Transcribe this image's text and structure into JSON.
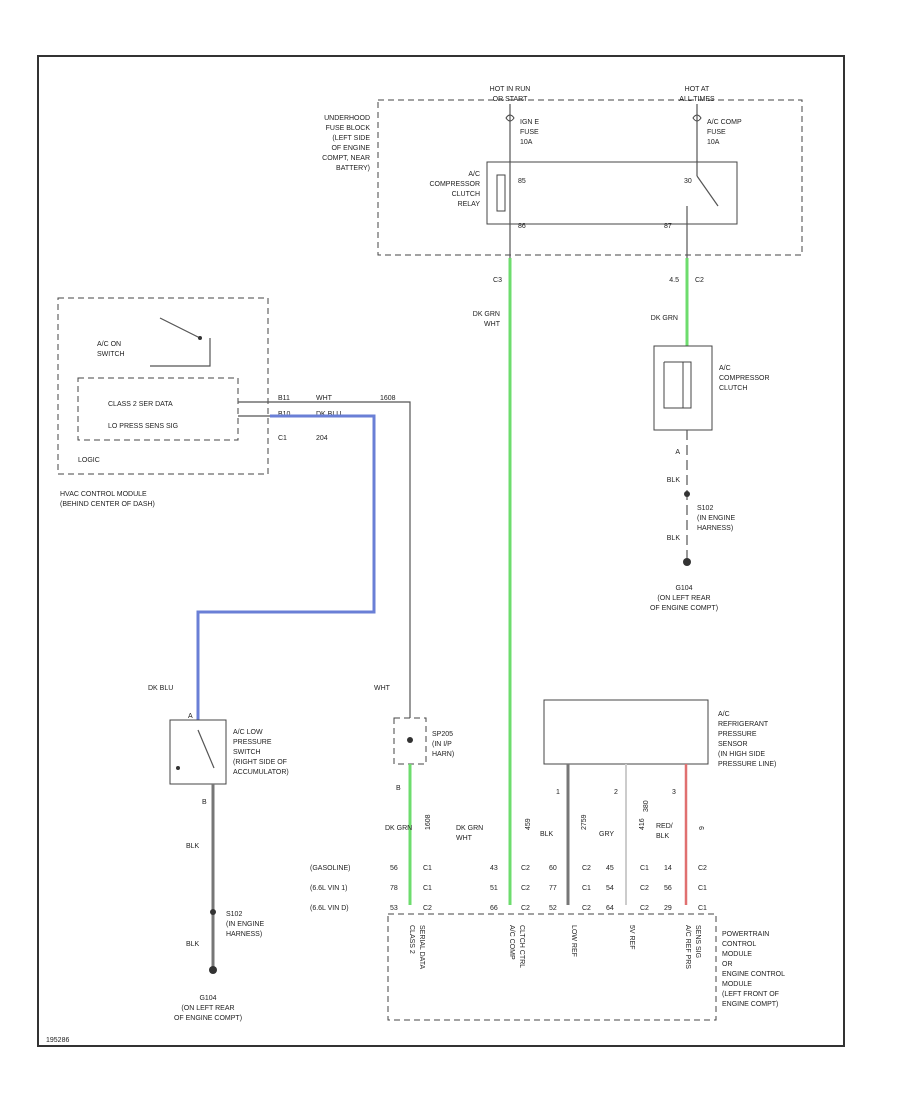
{
  "diagram_id": "195286",
  "colors": {
    "green": "#6ddc6d",
    "blue": "#6a7fd6",
    "red": "#e07070",
    "wire": "#555555",
    "frame": "#333333"
  },
  "power": {
    "hot_run": [
      "HOT IN RUN",
      "OR START"
    ],
    "hot_all": [
      "HOT AT",
      "ALL TIMES"
    ],
    "fuse_left": [
      "IGN E",
      "FUSE",
      "10A"
    ],
    "fuse_right": [
      "A/C COMP",
      "FUSE",
      "10A"
    ]
  },
  "fuse_block_label": [
    "UNDERHOOD",
    "FUSE BLOCK",
    "(LEFT SIDE",
    "OF ENGINE",
    "COMPT, NEAR",
    "BATTERY)"
  ],
  "relay": {
    "label": [
      "A/C",
      "COMPRESSOR",
      "CLUTCH",
      "RELAY"
    ],
    "pin_tl": "85",
    "pin_tr": "30",
    "pin_bl": "86",
    "pin_br": "87",
    "conn_left": "C3",
    "conn_right": "C2",
    "pin_c2": "4.5"
  },
  "wires": {
    "dk_grn_wht": [
      "DK GRN",
      "WHT"
    ],
    "dk_grn": "DK GRN",
    "blk": "BLK",
    "dk_blu": "DK BLU",
    "wht": "WHT"
  },
  "hvac": {
    "switch_label": [
      "A/C ON",
      "SWITCH"
    ],
    "class2_box": "CLASS 2 SER DATA",
    "lo_press": "LO PRESS SENS SIG",
    "logic": "LOGIC",
    "module_label": [
      "HVAC CONTROL MODULE",
      "(BEHIND CENTER OF DASH)"
    ],
    "pins": [
      "B11",
      "B10",
      "C1"
    ],
    "circuits": [
      "WHT",
      "DK BLU",
      "204",
      "1608"
    ]
  },
  "clutch": {
    "label": [
      "A/C",
      "COMPRESSOR",
      "CLUTCH"
    ],
    "pin": "A",
    "splice": [
      "S102",
      "(IN ENGINE",
      "HARNESS)"
    ],
    "ground": [
      "G104",
      "(ON LEFT REAR",
      "OF ENGINE COMPT)"
    ]
  },
  "low_switch": {
    "label": [
      "A/C LOW",
      "PRESSURE",
      "SWITCH",
      "(RIGHT SIDE OF",
      "ACCUMULATOR)"
    ],
    "pin_top": "A",
    "pin_bottom": "B",
    "splice": [
      "S102",
      "(IN ENGINE",
      "HARNESS)"
    ],
    "ground": [
      "G104",
      "(ON LEFT REAR",
      "OF ENGINE COMPT)"
    ]
  },
  "splice_sp205": [
    "SP205",
    "(IN I/P",
    "HARN)"
  ],
  "sensor": {
    "label": [
      "A/C",
      "REFRIGERANT",
      "PRESSURE",
      "SENSOR",
      "(IN HIGH SIDE",
      "PRESSURE LINE)"
    ],
    "pins": [
      "1",
      "2",
      "3"
    ],
    "wire_labels": [
      "BLK",
      "GRY",
      "RED/",
      "BLK"
    ]
  },
  "pcm": {
    "label": [
      "POWERTRAIN",
      "CONTROL",
      "MODULE",
      "OR",
      "ENGINE CONTROL",
      "MODULE",
      "(LEFT FRONT OF",
      "ENGINE COMPT)"
    ],
    "rows": [
      {
        "name": "(GASOLINE)",
        "cells": [
          "56",
          "C1",
          "43",
          "C2",
          "60",
          "C2",
          "45",
          "C1",
          "14",
          "C2"
        ]
      },
      {
        "name": "(6.6L VIN 1)",
        "cells": [
          "78",
          "C1",
          "51",
          "C2",
          "77",
          "C1",
          "54",
          "C2",
          "56",
          "C1"
        ]
      },
      {
        "name": "(6.6L VIN D)",
        "cells": [
          "53",
          "C2",
          "66",
          "C2",
          "52",
          "C2",
          "64",
          "C2",
          "29",
          "C1"
        ]
      }
    ],
    "circuit_nums": [
      "1608",
      "459",
      "2759",
      "416",
      "380",
      "9"
    ],
    "pin_labels": [
      "CLASS 2",
      "SERIAL DATA",
      "A/C COMP",
      "CLTCH CTRL",
      "LOW REF",
      "5V REF",
      "A/C REF PRS",
      "SENS SIG"
    ],
    "pin_b": "B"
  }
}
